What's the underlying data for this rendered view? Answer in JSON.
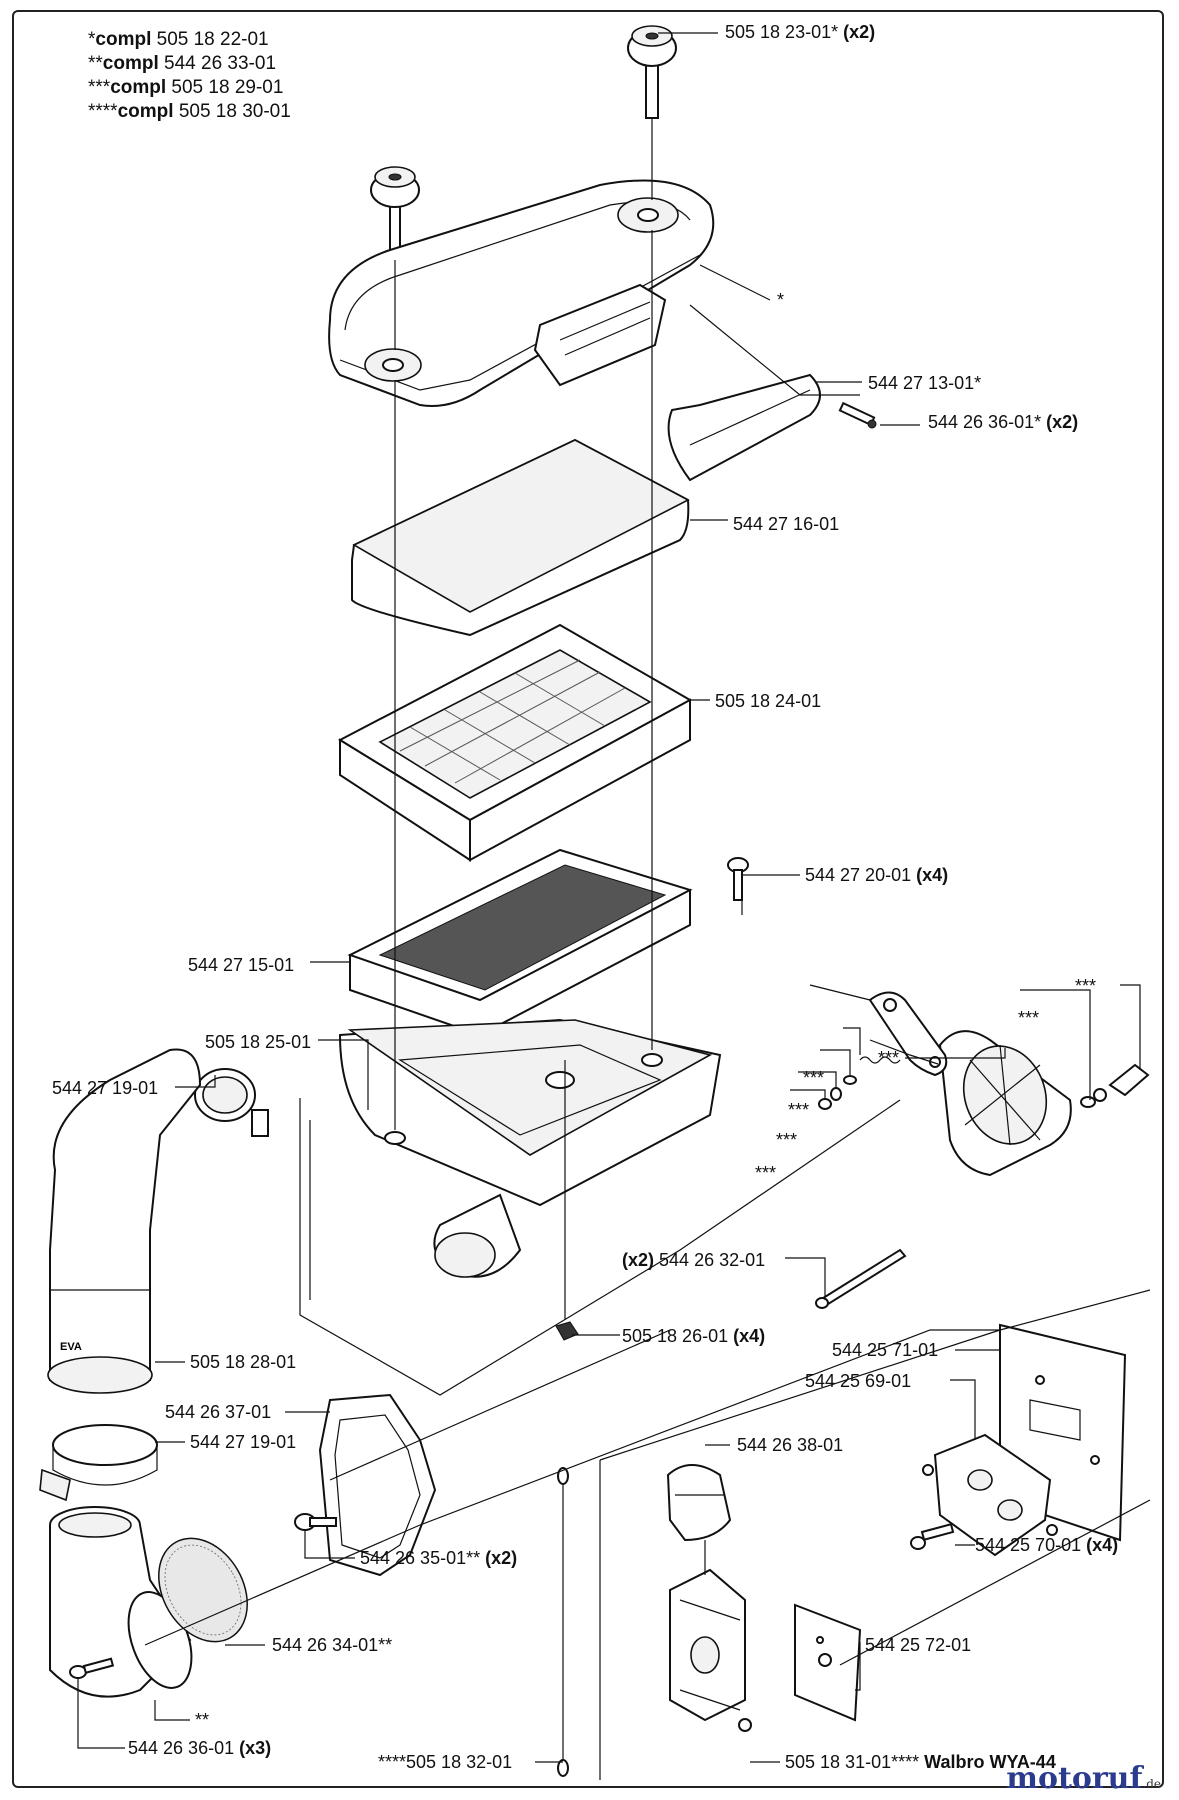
{
  "legend": [
    {
      "stars": "*",
      "word": "compl",
      "number": "505 18 22-01"
    },
    {
      "stars": "**",
      "word": "compl",
      "number": "544 26 33-01"
    },
    {
      "stars": "***",
      "word": "compl",
      "number": "505 18 29-01"
    },
    {
      "stars": "****",
      "word": "compl",
      "number": "505 18 30-01"
    }
  ],
  "labels": {
    "l01": {
      "text": "505 18 23-01*",
      "qty": "(x2)"
    },
    "l02": {
      "text": "*",
      "qty": ""
    },
    "l03": {
      "text": "544 27 13-01*",
      "qty": ""
    },
    "l04": {
      "text": "544 26 36-01*",
      "qty": "(x2)"
    },
    "l05": {
      "text": "544 27 16-01",
      "qty": ""
    },
    "l06": {
      "text": "505 18 24-01",
      "qty": ""
    },
    "l07": {
      "text": "544 27 20-01",
      "qty": "(x4)"
    },
    "l08": {
      "text": "544 27 15-01",
      "qty": ""
    },
    "l09": {
      "text": "505 18 25-01",
      "qty": ""
    },
    "l10": {
      "text": "544 27 19-01",
      "qty": ""
    },
    "l11": {
      "text": "***",
      "qty": ""
    },
    "l12": {
      "text": "***",
      "qty": ""
    },
    "l13": {
      "text": "***",
      "qty": ""
    },
    "l14": {
      "text": "***",
      "qty": ""
    },
    "l15": {
      "text": "***",
      "qty": ""
    },
    "l16": {
      "text": "***",
      "qty": ""
    },
    "l17": {
      "text": "***",
      "qty": ""
    },
    "l18": {
      "text": "544 26 32-01",
      "qty": "(x2)"
    },
    "l19": {
      "text": "505 18 26-01",
      "qty": "(x4)"
    },
    "l20": {
      "text": "505 18 28-01",
      "qty": ""
    },
    "l21": {
      "text": "544 25 71-01",
      "qty": ""
    },
    "l22": {
      "text": "544 25 69-01",
      "qty": ""
    },
    "l23": {
      "text": "544 26 37-01",
      "qty": ""
    },
    "l24": {
      "text": "544 27 19-01",
      "qty": ""
    },
    "l25": {
      "text": "544 26 38-01",
      "qty": ""
    },
    "l26": {
      "text": "544 26 35-01**",
      "qty": "(x2)"
    },
    "l27": {
      "text": "544 25 70-01",
      "qty": "(x4)"
    },
    "l28": {
      "text": "544 26 34-01**",
      "qty": ""
    },
    "l29": {
      "text": "544 25 72-01",
      "qty": ""
    },
    "l30": {
      "text": "**",
      "qty": ""
    },
    "l31": {
      "text": "****505 18 32-01",
      "qty": ""
    },
    "l32": {
      "text": "505 18 31-01****",
      "qty": "Walbro WYA-44"
    },
    "l33": {
      "text": "544 26 36-01",
      "qty": "(x3)"
    }
  },
  "brand": {
    "name": "motoruf",
    "suffix": ".de"
  }
}
